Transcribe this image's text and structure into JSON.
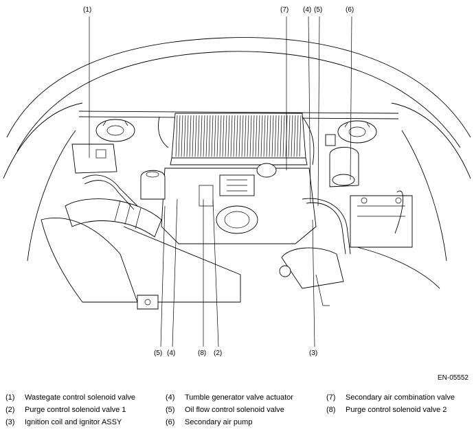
{
  "figure_code": "EN-05552",
  "callouts": {
    "c1": "(1)",
    "c7": "(7)",
    "c4_top": "(4)",
    "c5_top": "(5)",
    "c6": "(6)",
    "c5_bottom": "(5)",
    "c4_bottom": "(4)",
    "c8": "(8)",
    "c2": "(2)",
    "c3": "(3)"
  },
  "legend": [
    {
      "num": "(1)",
      "label": "Wastegate control solenoid valve"
    },
    {
      "num": "(2)",
      "label": "Purge control solenoid valve 1"
    },
    {
      "num": "(3)",
      "label": "Ignition coil and ignitor ASSY"
    },
    {
      "num": "(4)",
      "label": "Tumble generator valve actuator"
    },
    {
      "num": "(5)",
      "label": "Oil flow control solenoid valve"
    },
    {
      "num": "(6)",
      "label": "Secondary air pump"
    },
    {
      "num": "(7)",
      "label": "Secondary air combination valve"
    },
    {
      "num": "(8)",
      "label": "Purge control solenoid valve 2"
    }
  ]
}
